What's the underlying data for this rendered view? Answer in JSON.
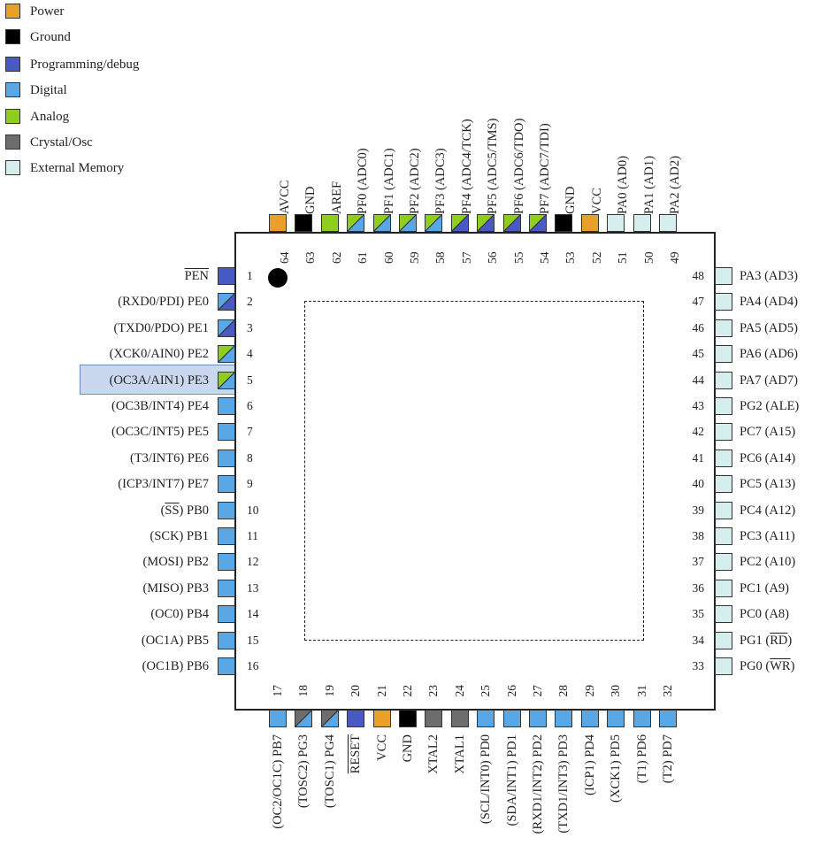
{
  "legend": [
    {
      "label": "Power",
      "color": "#e7a12b"
    },
    {
      "label": "Ground",
      "color": "#000000"
    },
    {
      "label": "Programming/debug",
      "color": "#4a5ac4"
    },
    {
      "label": "Digital",
      "color": "#5aa7e6"
    },
    {
      "label": "Analog",
      "color": "#8fce1e"
    },
    {
      "label": "Crystal/Osc",
      "color": "#6d6d6d"
    },
    {
      "label": "External Memory",
      "color": "#d6eeee"
    }
  ],
  "pins": {
    "left": [
      {
        "num": "1",
        "pre": "",
        "over": "PEN",
        "post": "",
        "types": [
          "prog"
        ]
      },
      {
        "num": "2",
        "pre": "(RXD0/PDI) PE0",
        "over": "",
        "post": "",
        "types": [
          "dig",
          "prog"
        ]
      },
      {
        "num": "3",
        "pre": "(TXD0/PDO) PE1",
        "over": "",
        "post": "",
        "types": [
          "dig",
          "prog"
        ]
      },
      {
        "num": "4",
        "pre": "(XCK0/AIN0) PE2",
        "over": "",
        "post": "",
        "types": [
          "ana",
          "dig"
        ]
      },
      {
        "num": "5",
        "pre": "(OC3A/AIN1) PE3",
        "over": "",
        "post": "",
        "types": [
          "ana",
          "dig"
        ],
        "highlight": true
      },
      {
        "num": "6",
        "pre": "(OC3B/INT4) PE4",
        "over": "",
        "post": "",
        "types": [
          "dig"
        ]
      },
      {
        "num": "7",
        "pre": "(OC3C/INT5) PE5",
        "over": "",
        "post": "",
        "types": [
          "dig"
        ]
      },
      {
        "num": "8",
        "pre": "(T3/INT6) PE6",
        "over": "",
        "post": "",
        "types": [
          "dig"
        ]
      },
      {
        "num": "9",
        "pre": "(ICP3/INT7) PE7",
        "over": "",
        "post": "",
        "types": [
          "dig"
        ]
      },
      {
        "num": "10",
        "pre": "(",
        "over": "SS",
        "post": ") PB0",
        "types": [
          "dig"
        ]
      },
      {
        "num": "11",
        "pre": "(SCK) PB1",
        "over": "",
        "post": "",
        "types": [
          "dig"
        ]
      },
      {
        "num": "12",
        "pre": "(MOSI) PB2",
        "over": "",
        "post": "",
        "types": [
          "dig"
        ]
      },
      {
        "num": "13",
        "pre": "(MISO) PB3",
        "over": "",
        "post": "",
        "types": [
          "dig"
        ]
      },
      {
        "num": "14",
        "pre": "(OC0) PB4",
        "over": "",
        "post": "",
        "types": [
          "dig"
        ]
      },
      {
        "num": "15",
        "pre": "(OC1A) PB5",
        "over": "",
        "post": "",
        "types": [
          "dig"
        ]
      },
      {
        "num": "16",
        "pre": "(OC1B) PB6",
        "over": "",
        "post": "",
        "types": [
          "dig"
        ]
      }
    ],
    "bottom": [
      {
        "num": "17",
        "pre": "(OC2/OC1C) PB7",
        "over": "",
        "post": "",
        "types": [
          "dig"
        ]
      },
      {
        "num": "18",
        "pre": "(TOSC2) PG3",
        "over": "",
        "post": "",
        "types": [
          "osc",
          "dig"
        ]
      },
      {
        "num": "19",
        "pre": "(TOSC1) PG4",
        "over": "",
        "post": "",
        "types": [
          "osc",
          "dig"
        ]
      },
      {
        "num": "20",
        "pre": "",
        "over": "RESET",
        "post": "",
        "types": [
          "prog"
        ]
      },
      {
        "num": "21",
        "pre": "VCC",
        "over": "",
        "post": "",
        "types": [
          "pwr"
        ]
      },
      {
        "num": "22",
        "pre": "GND",
        "over": "",
        "post": "",
        "types": [
          "gnd"
        ]
      },
      {
        "num": "23",
        "pre": "XTAL2",
        "over": "",
        "post": "",
        "types": [
          "osc"
        ]
      },
      {
        "num": "24",
        "pre": "XTAL1",
        "over": "",
        "post": "",
        "types": [
          "osc"
        ]
      },
      {
        "num": "25",
        "pre": "(SCL/INT0) PD0",
        "over": "",
        "post": "",
        "types": [
          "dig"
        ]
      },
      {
        "num": "26",
        "pre": "(SDA/INT1) PD1",
        "over": "",
        "post": "",
        "types": [
          "dig"
        ]
      },
      {
        "num": "27",
        "pre": "(RXD1/INT2) PD2",
        "over": "",
        "post": "",
        "types": [
          "dig"
        ]
      },
      {
        "num": "28",
        "pre": "(TXD1/INT3) PD3",
        "over": "",
        "post": "",
        "types": [
          "dig"
        ]
      },
      {
        "num": "29",
        "pre": "(ICP1) PD4",
        "over": "",
        "post": "",
        "types": [
          "dig"
        ]
      },
      {
        "num": "30",
        "pre": "(XCK1) PD5",
        "over": "",
        "post": "",
        "types": [
          "dig"
        ]
      },
      {
        "num": "31",
        "pre": "(T1) PD6",
        "over": "",
        "post": "",
        "types": [
          "dig"
        ]
      },
      {
        "num": "32",
        "pre": "(T2) PD7",
        "over": "",
        "post": "",
        "types": [
          "dig"
        ]
      }
    ],
    "right": [
      {
        "num": "48",
        "pre": "PA3 (AD3)",
        "over": "",
        "post": "",
        "types": [
          "mem"
        ]
      },
      {
        "num": "47",
        "pre": "PA4 (AD4)",
        "over": "",
        "post": "",
        "types": [
          "mem"
        ]
      },
      {
        "num": "46",
        "pre": "PA5 (AD5)",
        "over": "",
        "post": "",
        "types": [
          "mem"
        ]
      },
      {
        "num": "45",
        "pre": "PA6 (AD6)",
        "over": "",
        "post": "",
        "types": [
          "mem"
        ]
      },
      {
        "num": "44",
        "pre": "PA7 (AD7)",
        "over": "",
        "post": "",
        "types": [
          "mem"
        ]
      },
      {
        "num": "43",
        "pre": "PG2 (ALE)",
        "over": "",
        "post": "",
        "types": [
          "mem"
        ]
      },
      {
        "num": "42",
        "pre": "PC7 (A15)",
        "over": "",
        "post": "",
        "types": [
          "mem"
        ]
      },
      {
        "num": "41",
        "pre": "PC6 (A14)",
        "over": "",
        "post": "",
        "types": [
          "mem"
        ]
      },
      {
        "num": "40",
        "pre": "PC5 (A13)",
        "over": "",
        "post": "",
        "types": [
          "mem"
        ]
      },
      {
        "num": "39",
        "pre": "PC4 (A12)",
        "over": "",
        "post": "",
        "types": [
          "mem"
        ]
      },
      {
        "num": "38",
        "pre": "PC3 (A11)",
        "over": "",
        "post": "",
        "types": [
          "mem"
        ]
      },
      {
        "num": "37",
        "pre": "PC2 (A10)",
        "over": "",
        "post": "",
        "types": [
          "mem"
        ]
      },
      {
        "num": "36",
        "pre": "PC1 (A9)",
        "over": "",
        "post": "",
        "types": [
          "mem"
        ]
      },
      {
        "num": "35",
        "pre": "PC0 (A8)",
        "over": "",
        "post": "",
        "types": [
          "mem"
        ]
      },
      {
        "num": "34",
        "pre": "PG1 (",
        "over": "RD",
        "post": ")",
        "types": [
          "mem"
        ]
      },
      {
        "num": "33",
        "pre": "PG0 (",
        "over": "WR",
        "post": ")",
        "types": [
          "mem"
        ]
      }
    ],
    "top": [
      {
        "num": "64",
        "pre": "AVCC",
        "over": "",
        "post": "",
        "types": [
          "pwr"
        ]
      },
      {
        "num": "63",
        "pre": "GND",
        "over": "",
        "post": "",
        "types": [
          "gnd"
        ]
      },
      {
        "num": "62",
        "pre": "AREF",
        "over": "",
        "post": "",
        "types": [
          "ana"
        ]
      },
      {
        "num": "61",
        "pre": "PF0 (ADC0)",
        "over": "",
        "post": "",
        "types": [
          "ana",
          "dig"
        ]
      },
      {
        "num": "60",
        "pre": "PF1 (ADC1)",
        "over": "",
        "post": "",
        "types": [
          "ana",
          "dig"
        ]
      },
      {
        "num": "59",
        "pre": "PF2 (ADC2)",
        "over": "",
        "post": "",
        "types": [
          "ana",
          "dig"
        ]
      },
      {
        "num": "58",
        "pre": "PF3 (ADC3)",
        "over": "",
        "post": "",
        "types": [
          "ana",
          "dig"
        ]
      },
      {
        "num": "57",
        "pre": "PF4 (ADC4/TCK)",
        "over": "",
        "post": "",
        "types": [
          "ana",
          "prog"
        ]
      },
      {
        "num": "56",
        "pre": "PF5 (ADC5/TMS)",
        "over": "",
        "post": "",
        "types": [
          "ana",
          "prog"
        ]
      },
      {
        "num": "55",
        "pre": "PF6 (ADC6/TDO)",
        "over": "",
        "post": "",
        "types": [
          "ana",
          "prog"
        ]
      },
      {
        "num": "54",
        "pre": "PF7 (ADC7/TDI)",
        "over": "",
        "post": "",
        "types": [
          "ana",
          "prog"
        ]
      },
      {
        "num": "53",
        "pre": "GND",
        "over": "",
        "post": "",
        "types": [
          "gnd"
        ]
      },
      {
        "num": "52",
        "pre": "VCC",
        "over": "",
        "post": "",
        "types": [
          "pwr"
        ]
      },
      {
        "num": "51",
        "pre": "PA0 (AD0)",
        "over": "",
        "post": "",
        "types": [
          "mem"
        ]
      },
      {
        "num": "50",
        "pre": "PA1 (AD1)",
        "over": "",
        "post": "",
        "types": [
          "mem"
        ]
      },
      {
        "num": "49",
        "pre": "PA2 (AD2)",
        "over": "",
        "post": "",
        "types": [
          "mem"
        ]
      }
    ]
  }
}
